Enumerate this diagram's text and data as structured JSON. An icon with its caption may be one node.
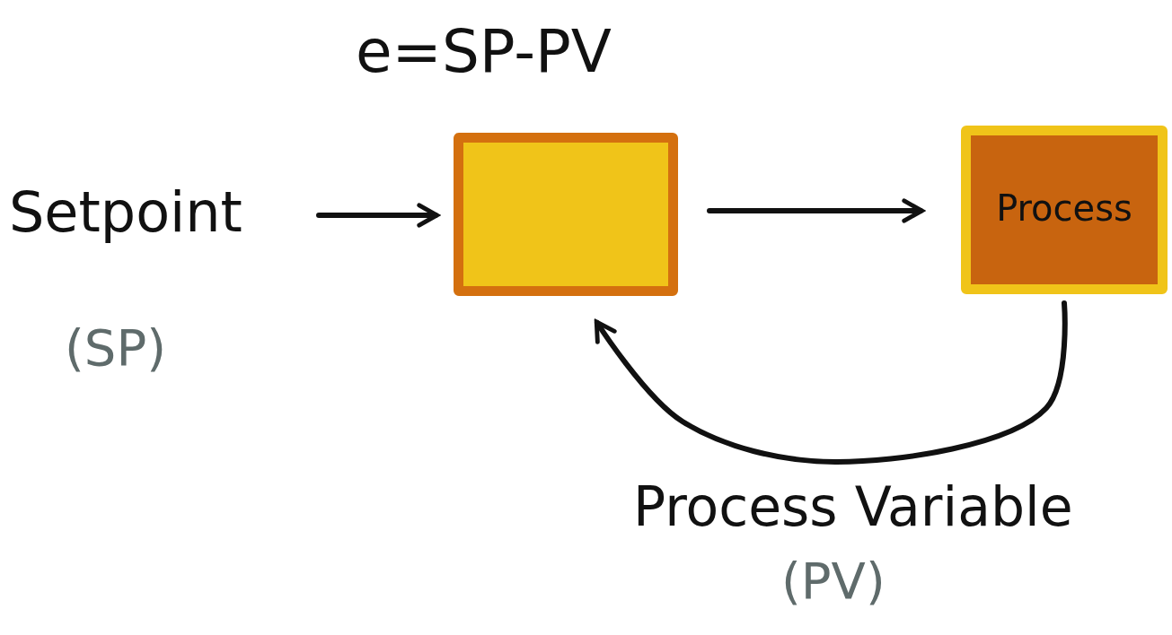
{
  "diagram": {
    "nodes": [
      {
        "text": [
          "Setpoint",
          "(SP)"
        ]
      },
      {
        "text": [
          "e=SP-PV"
        ]
      },
      {
        "text": [
          "Process"
        ]
      }
    ],
    "edges": [
      {
        "from": 0,
        "to": 1,
        "arrow": "to"
      },
      {
        "from": 1,
        "to": 2,
        "arrow": "to"
      },
      {
        "from": 2,
        "to": 1,
        "arrow": "to",
        "label": "Process Variable"
      }
    ],
    "labels": [
      "(PV)"
    ]
  }
}
